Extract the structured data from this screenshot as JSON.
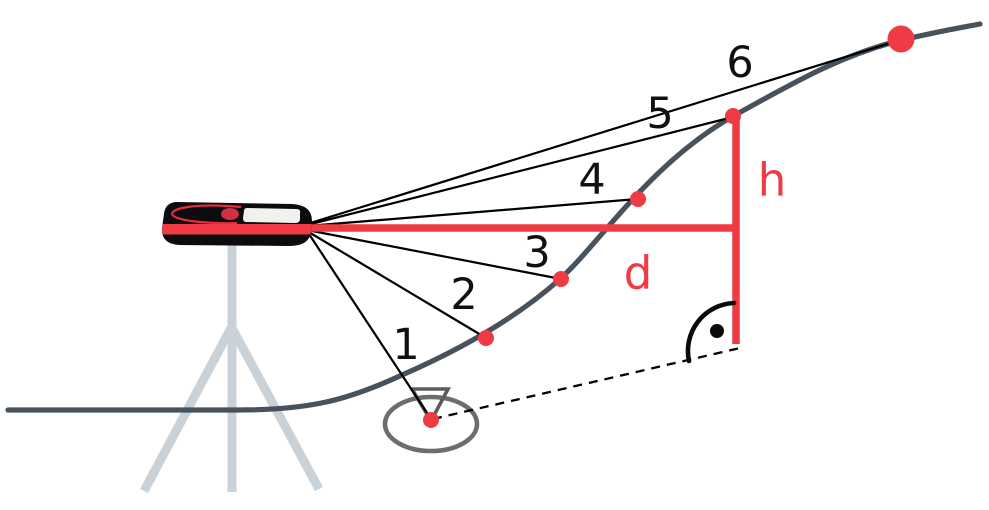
{
  "labels": {
    "points": [
      "1",
      "2",
      "3",
      "4",
      "5",
      "6"
    ],
    "distance": "d",
    "height": "h"
  },
  "colors": {
    "accent_red": "#ee3b44",
    "terrain": "#47525c",
    "tripod": "#c9d2d9",
    "ground_marker": "#6d6d6d",
    "measure_line": "#000000",
    "device_body": "#0c0c0e",
    "device_screen": "#f1f1ee",
    "device_button": "#cf3046"
  },
  "illustrations": {
    "device": "laser-distance-meter",
    "stand": "tripod",
    "terrain": "slope-profile-curve",
    "ground_point": "plumb-point-ellipse-marker",
    "angle": "right-angle-arc-dot-marker"
  }
}
